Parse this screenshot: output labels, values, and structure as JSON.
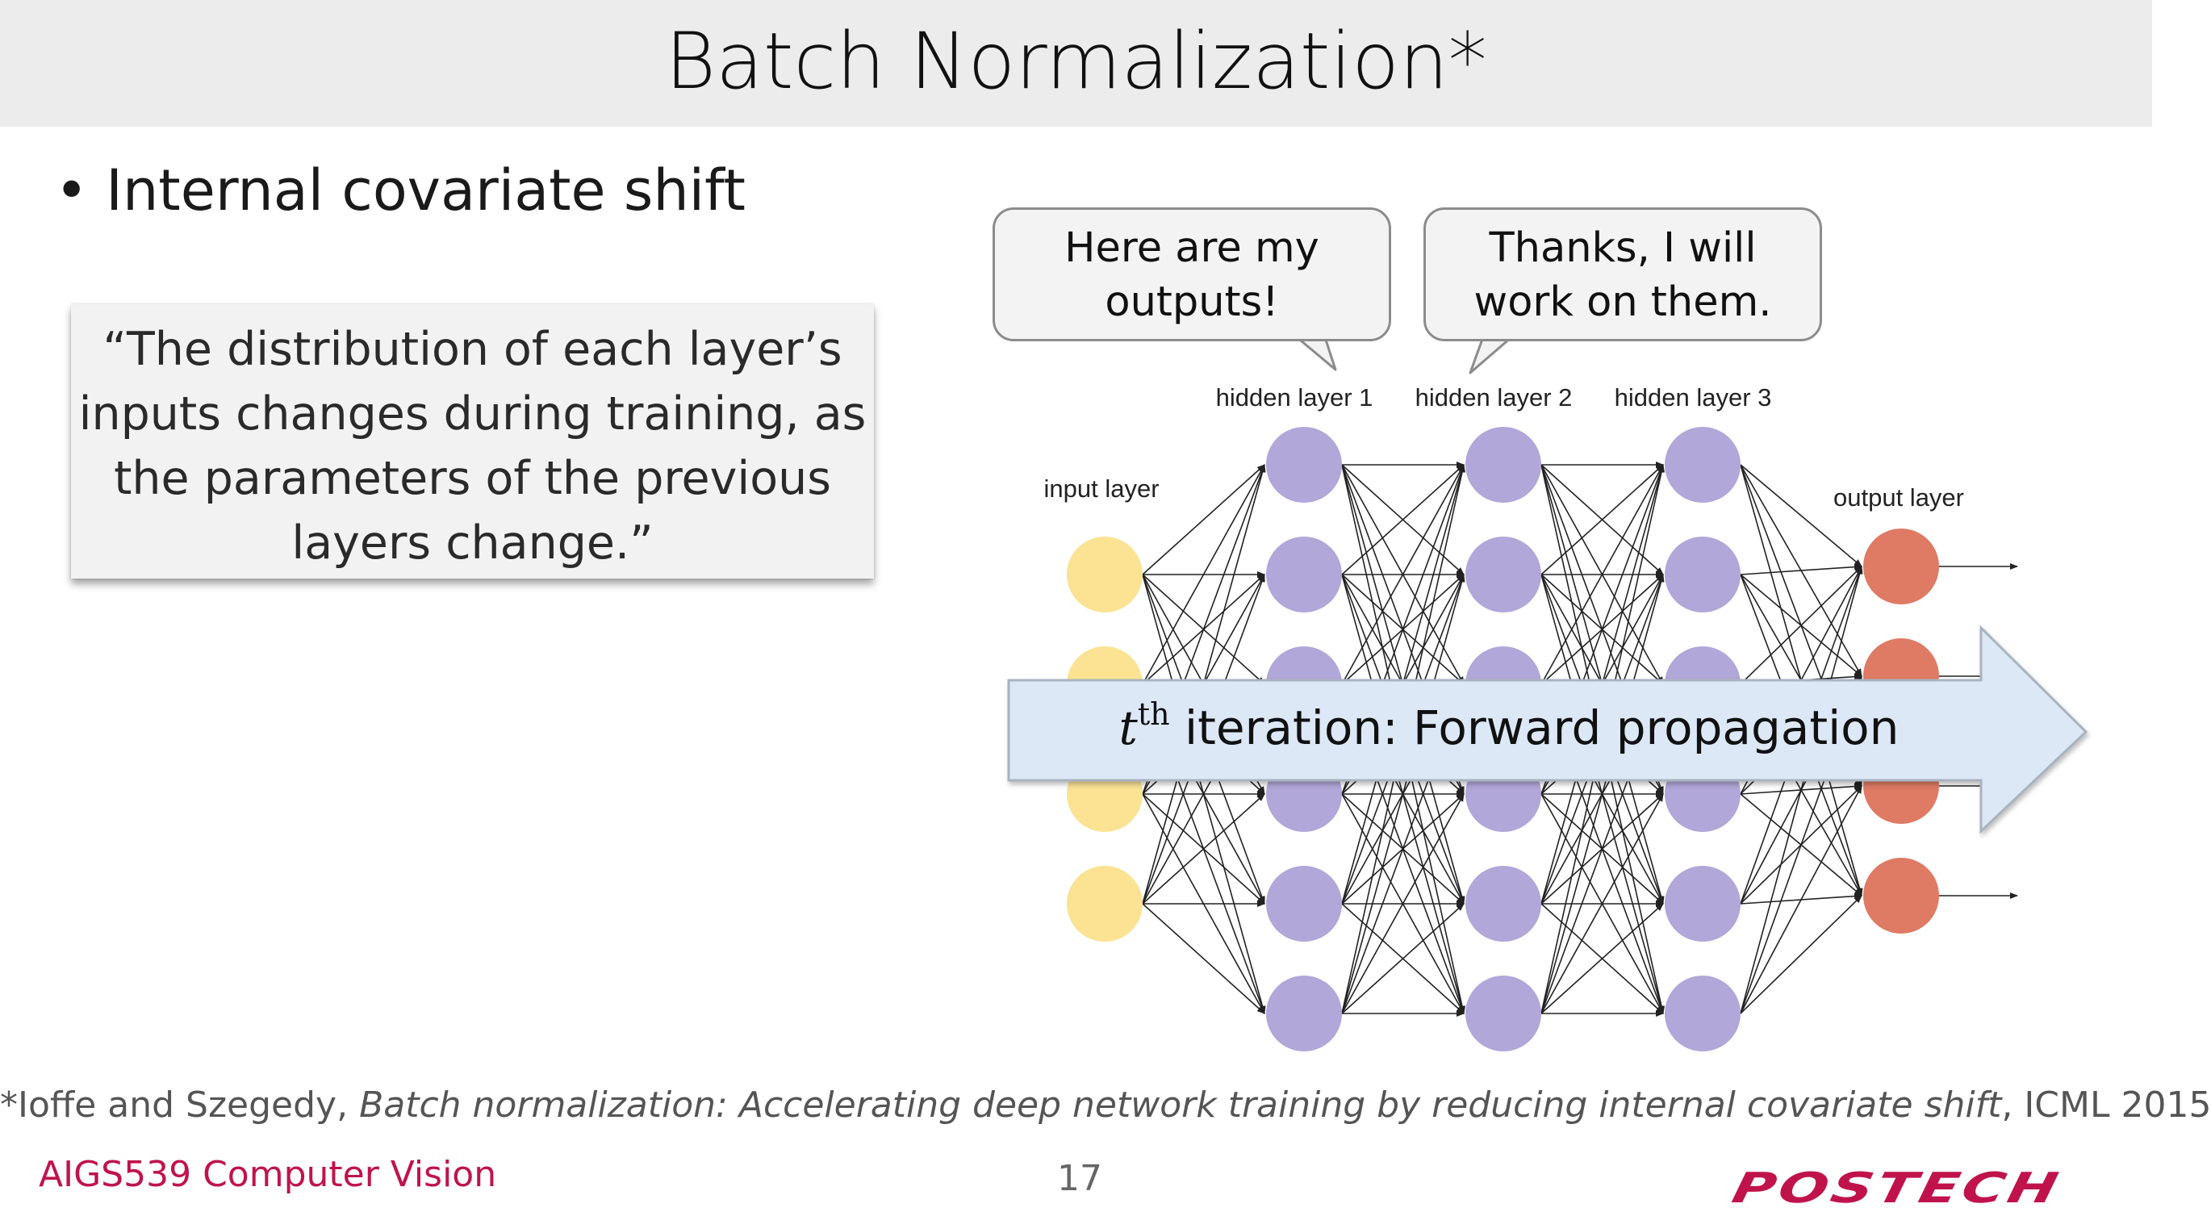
{
  "slide": {
    "title": "Batch Normalization*",
    "bullet": "Internal covariate shift",
    "quote_lines": [
      "“The distribution of each layer’s",
      "inputs changes during training, as",
      "the parameters of the previous",
      "layers change.”"
    ]
  },
  "bubbles": {
    "left": [
      "Here are my",
      "outputs!"
    ],
    "right": [
      "Thanks, I will",
      "work on them."
    ]
  },
  "network": {
    "layer_labels": {
      "input": "input layer",
      "hidden1": "hidden layer 1",
      "hidden2": "hidden layer 2",
      "hidden3": "hidden layer 3",
      "output": "output layer"
    },
    "layer_sizes": [
      4,
      6,
      6,
      6,
      4
    ],
    "colors": {
      "input": "#fbe393",
      "hidden": "#b2a7d9",
      "output": "#df7a65",
      "edge": "#222222",
      "arrow_fill": "#dce8f6",
      "arrow_stroke": "#a9b4c0"
    }
  },
  "arrow": {
    "t": "t",
    "sup": "th",
    "text": " iteration: Forward propagation"
  },
  "footer": {
    "footnote_prefix": "*Ioffe and Szegedy, ",
    "footnote_title": "Batch normalization: Accelerating deep network training by reducing internal covariate shift",
    "footnote_suffix": ", ICML 2015",
    "course": "AIGS539 Computer Vision",
    "page": "17",
    "logo": "POSTECH"
  }
}
